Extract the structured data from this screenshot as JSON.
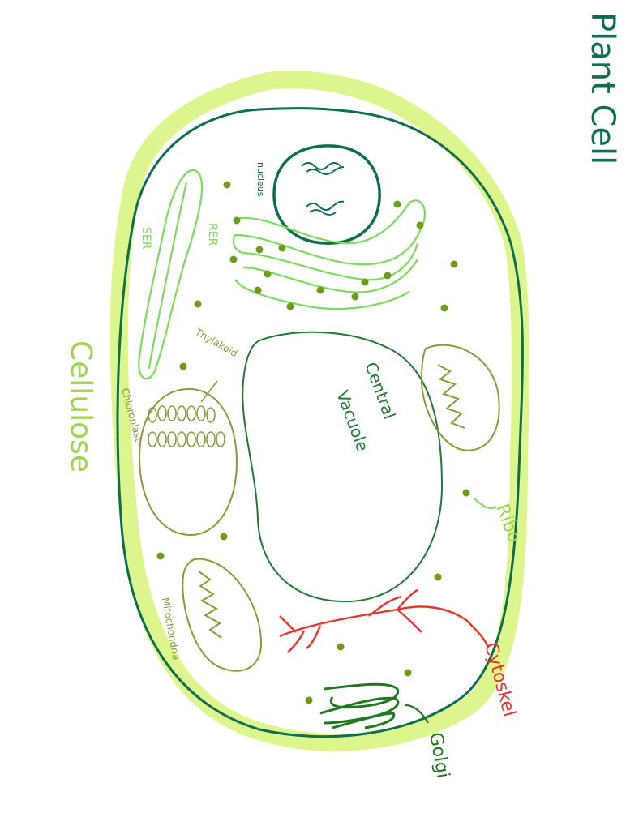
{
  "title": "Plant Cell",
  "labels": {
    "cellulose": "Cellulose",
    "nucleus": "nucleus",
    "ser": "SER",
    "rer": "RER",
    "thylakoid": "Thylakoid",
    "chloroplast": "Chloroplast",
    "central_vacuole_line1": "Central",
    "central_vacuole_line2": "Vacuole",
    "mitochondria": "Mitochondria",
    "ribo": "Ribo",
    "cytoskel": "Cytoskel",
    "golgi": "Golgi"
  },
  "colors": {
    "title": "#0f6e4f",
    "cell_wall": "#dcf58c",
    "cell_membrane": "#0f6e4f",
    "cellulose_label": "#9fd44a",
    "nucleus": "#0f6e4f",
    "er": "#7bdc5a",
    "organelle": "#8a9a3a",
    "ribosome": "#6f9a1a",
    "vacuole": "#1f7a35",
    "cytoskeleton": "#e8332a",
    "golgi": "#1f7a1f"
  }
}
